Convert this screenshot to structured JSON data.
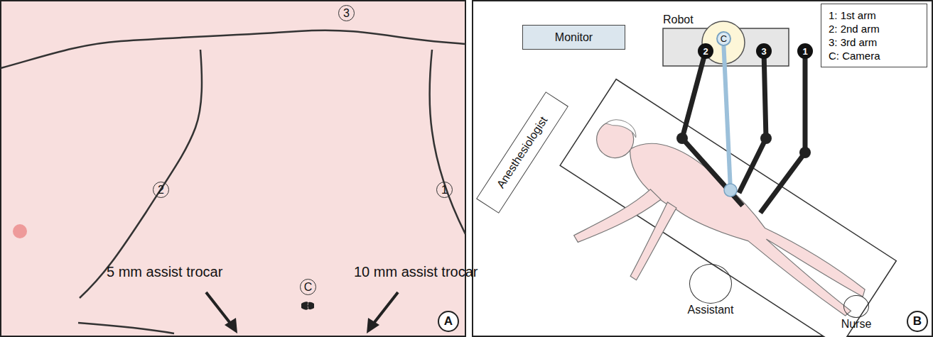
{
  "diagram": {
    "nodes": [
      {
        "text": [
          "3"
        ]
      },
      {
        "text": [
          "2"
        ]
      },
      {
        "text": [
          "1"
        ]
      },
      {
        "text": [
          "C"
        ]
      },
      {
        "text": [
          "A"
        ]
      },
      {
        "text": [
          "Monitor"
        ]
      },
      {
        "text": [
          "Robot"
        ]
      },
      {
        "text": [
          "Anesthesiologist"
        ]
      },
      {
        "text": [
          "2"
        ]
      },
      {
        "text": [
          "C"
        ]
      },
      {
        "text": [
          "3"
        ]
      },
      {
        "text": [
          "1"
        ]
      },
      {
        "text": [
          "Assistant"
        ]
      },
      {
        "text": [
          "Nurse"
        ]
      },
      {
        "text": [
          "B"
        ]
      }
    ],
    "labels": [
      "5 mm assist trocar",
      "10 mm assist trocar"
    ],
    "legend": [
      {
        "text": "1: 1st arm"
      },
      {
        "text": "2: 2nd arm"
      },
      {
        "text": "3: 3rd arm"
      },
      {
        "text": "C: Camera"
      }
    ]
  }
}
